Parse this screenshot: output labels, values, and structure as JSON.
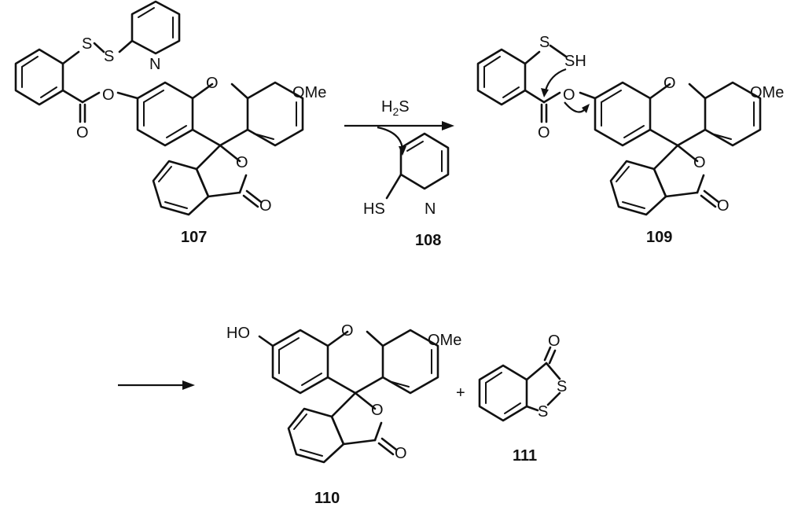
{
  "scheme": {
    "compounds": [
      {
        "id": "107",
        "atoms": {
          "s1": "S",
          "s2": "S",
          "n": "N",
          "o_ester": "O",
          "o_carbonyl": "O",
          "o_xanthene": "O",
          "ome": "OMe",
          "o_lactone": "O",
          "o_lactone_co": "O"
        }
      },
      {
        "id": "108",
        "atoms": {
          "hs": "HS",
          "n": "N"
        }
      },
      {
        "id": "109",
        "atoms": {
          "s": "S",
          "sh": "SH",
          "o_ester": "O",
          "o_carbonyl": "O",
          "o_xanthene": "O",
          "ome": "OMe",
          "o_lactone": "O",
          "o_lactone_co": "O"
        }
      },
      {
        "id": "110",
        "atoms": {
          "ho": "HO",
          "o_xanthene": "O",
          "ome": "OMe",
          "o_lactone": "O",
          "o_lactone_co": "O"
        }
      },
      {
        "id": "111",
        "atoms": {
          "o": "O",
          "s1": "S",
          "s2": "S"
        }
      }
    ],
    "reagent": {
      "main": "H",
      "sub": "2",
      "tail": "S"
    },
    "plus": "+"
  }
}
